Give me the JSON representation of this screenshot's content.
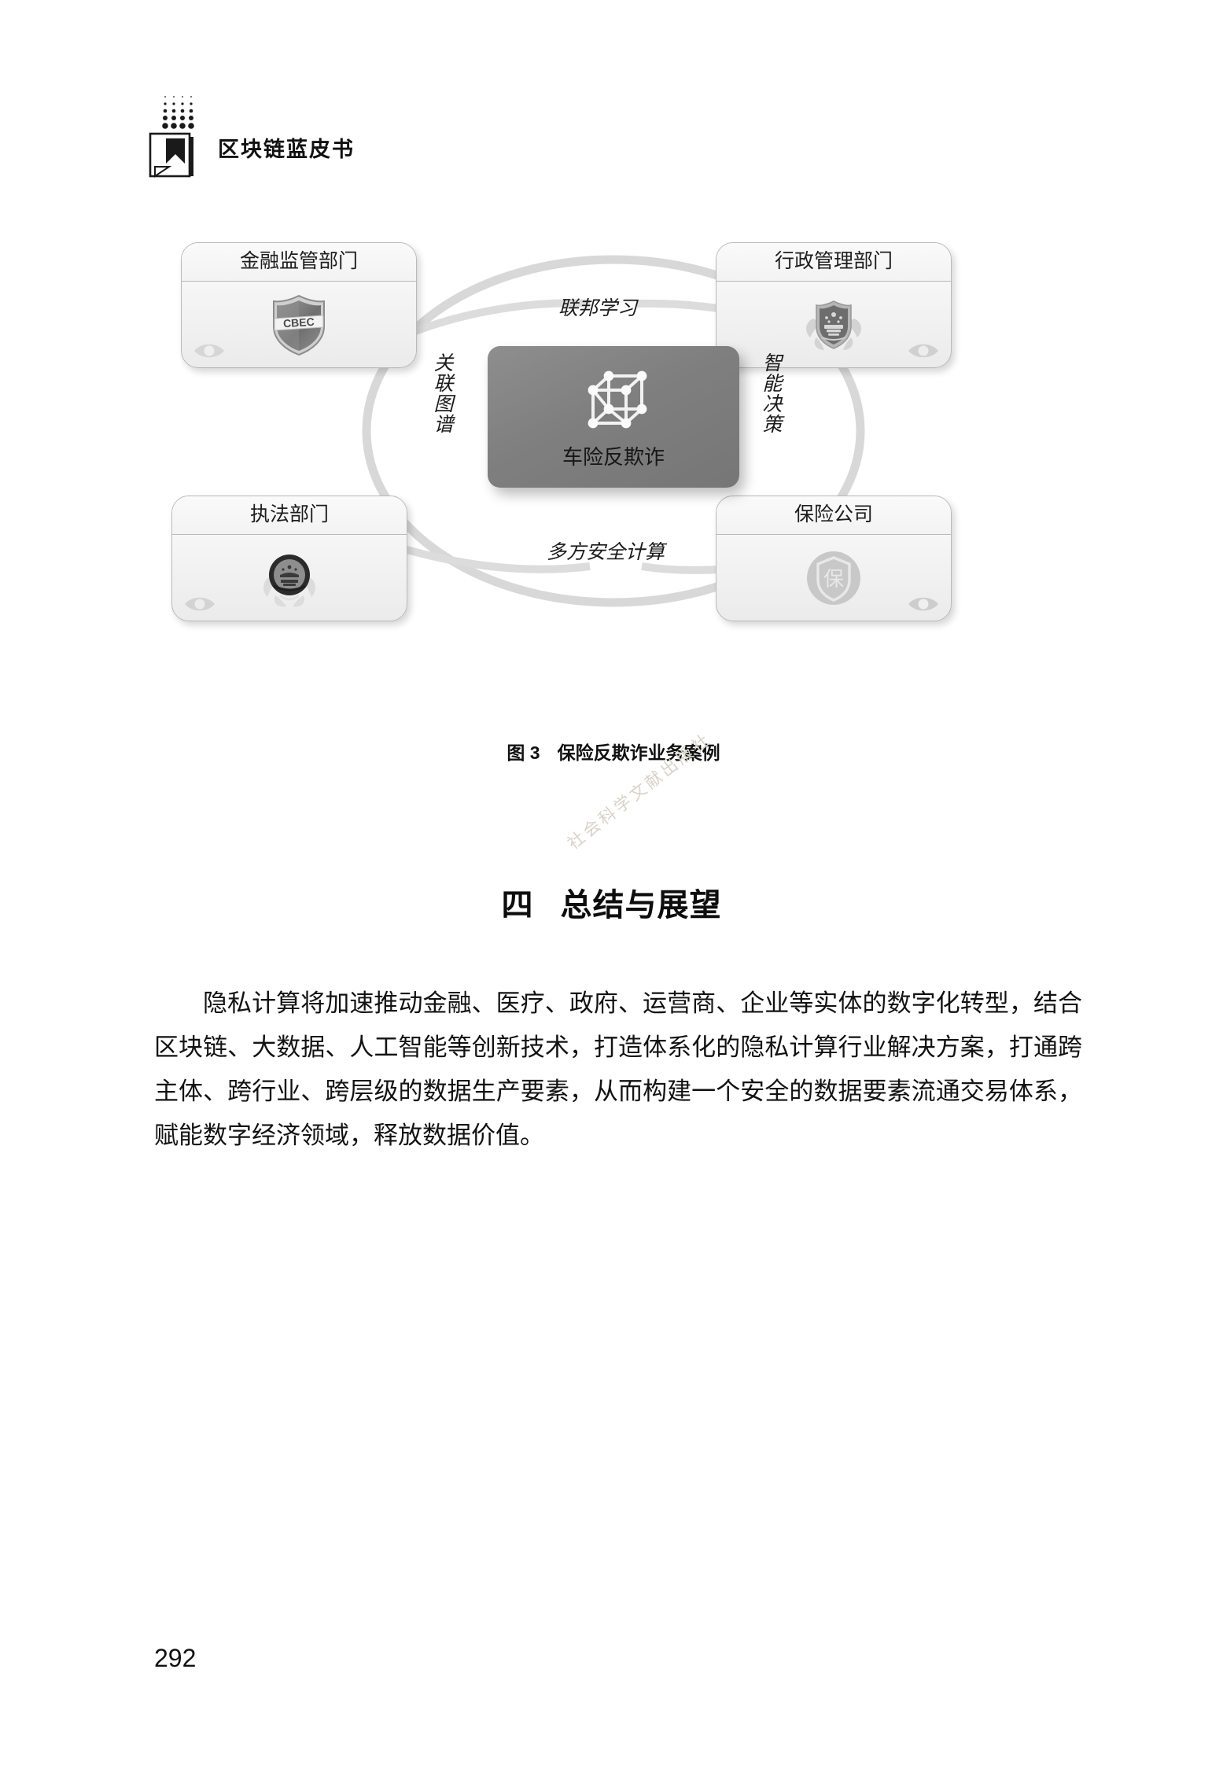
{
  "header": {
    "title": "区块链蓝皮书",
    "logo_icon": "dot-grid-bookmark-logo"
  },
  "figure": {
    "caption_number": "图 3",
    "caption_text": "保险反欺诈业务案例",
    "center": {
      "label": "车险反欺诈",
      "icon": "cube-network-graph-icon"
    },
    "entities": [
      {
        "id": "financial",
        "title": "金融监管部门",
        "emblem": "cbec-shield-badge",
        "emblem_text": "CBEC",
        "eye": "eye-icon",
        "eye_side": "left"
      },
      {
        "id": "admin",
        "title": "行政管理部门",
        "emblem": "national-emblem-shield-badge",
        "emblem_text": "",
        "eye": "eye-icon",
        "eye_side": "right"
      },
      {
        "id": "enforcement",
        "title": "执法部门",
        "emblem": "police-emblem-badge",
        "emblem_text": "",
        "eye": "eye-icon",
        "eye_side": "left"
      },
      {
        "id": "insurer",
        "title": "保险公司",
        "emblem": "insurance-shield-circle-badge",
        "emblem_text": "保",
        "eye": "eye-icon",
        "eye_side": "right"
      }
    ],
    "edge_labels": {
      "top": "联邦学习",
      "bottom": "多方安全计算",
      "left": "关联图谱",
      "right": "智能决策"
    },
    "watermark": "社会科学文献出版社"
  },
  "section": {
    "number": "四",
    "title": "总结与展望",
    "paragraph": "隐私计算将加速推动金融、医疗、政府、运营商、企业等实体的数字化转型，结合区块链、大数据、人工智能等创新技术，打造体系化的隐私计算行业解决方案，打通跨主体、跨行业、跨层级的数据生产要素，从而构建一个安全的数据要素流通交易体系，赋能数字经济领域，释放数据价值。"
  },
  "footer": {
    "page_number": "292"
  },
  "colors": {
    "text": "#121212",
    "card_border": "#b9b9b9",
    "center_node": "#7f7f7f",
    "ring": "#d5d5d5"
  }
}
